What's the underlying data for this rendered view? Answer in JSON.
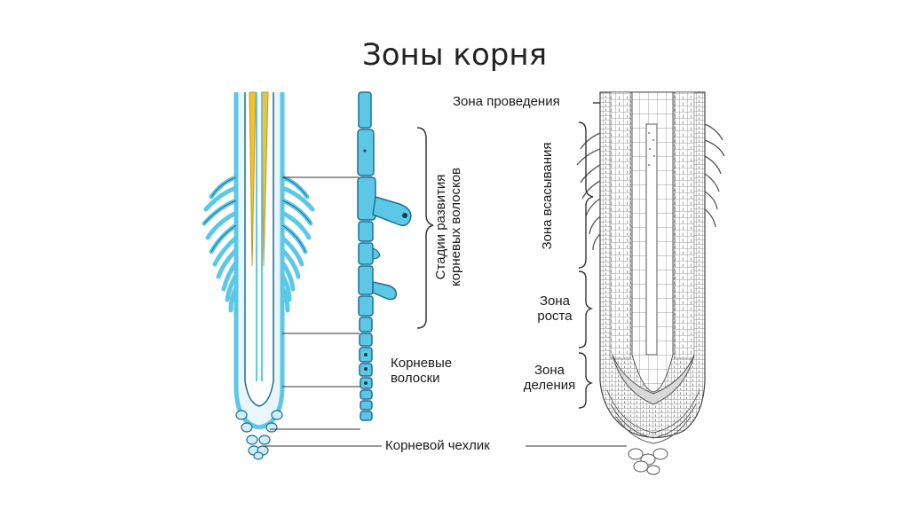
{
  "title": "Зоны корня",
  "labels": {
    "stages_line1": "Стадии развития",
    "stages_line2": "корневых волосков",
    "root_hairs_line1": "Корневые",
    "root_hairs_line2": "волоски",
    "root_cap": "Корневой чехлик",
    "conduction_zone": "Зона проведения",
    "absorption_zone": "Зона всасывания",
    "growth_line1": "Зона",
    "growth_line2": "роста",
    "division_line1": "Зона",
    "division_line2": "деления"
  },
  "colors": {
    "cyan": "#5cc8e6",
    "cyan_dark": "#1e6f96",
    "yellow": "#f2c230",
    "ink": "#333333"
  }
}
